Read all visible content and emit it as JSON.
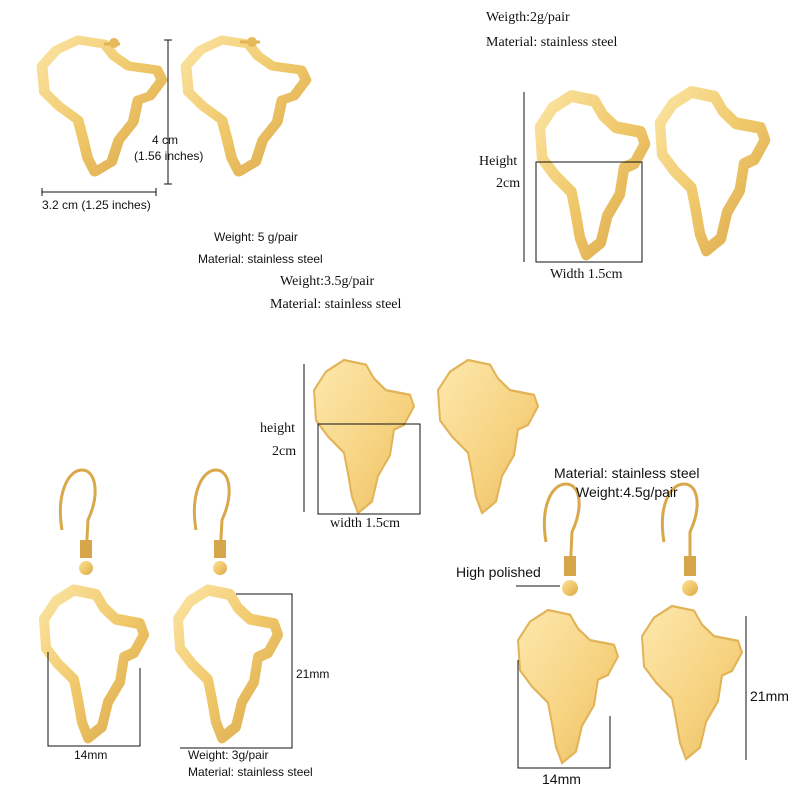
{
  "colors": {
    "gold_light": "#f7d98b",
    "gold_mid": "#e9bf5e",
    "gold_dark": "#c9953a",
    "line": "#111111",
    "background": "#ffffff"
  },
  "hoop_set": {
    "height_cm": "4 cm",
    "height_in": "(1.56 inches)",
    "width": "3.2 cm (1.25 inches)",
    "weight": "Weight: 5 g/pair",
    "material": "Material: stainless steel",
    "weight_alt": "Weight:3.5g/pair",
    "material_alt": "Material: stainless steel"
  },
  "small_outline_set": {
    "weight": "Weigth:2g/pair",
    "material": "Material: stainless steel",
    "height_label": "Height",
    "height_value": "2cm",
    "width": "Width 1.5cm"
  },
  "stud_set": {
    "height_label": "height",
    "height_value": "2cm",
    "width": "width 1.5cm"
  },
  "outline_drop_set": {
    "width": "14mm",
    "height": "21mm",
    "weight": "Weight: 3g/pair",
    "material": "Material: stainless steel"
  },
  "solid_drop_set": {
    "material": "Material: stainless steel",
    "weight": "Weight:4.5g/pair",
    "finish": "High polished",
    "height": "21mm",
    "width": "14mm"
  }
}
